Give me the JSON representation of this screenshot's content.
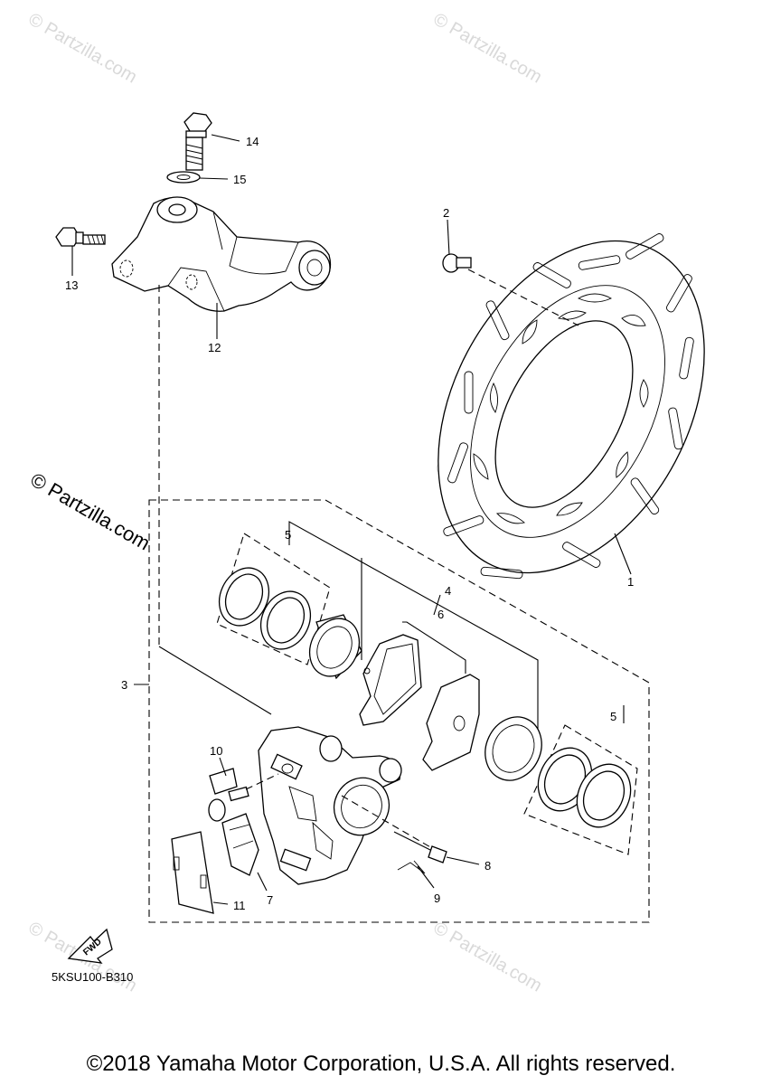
{
  "watermark": "© Partzilla.com",
  "callouts": {
    "c1": "1",
    "c2": "2",
    "c3": "3",
    "c4": "4",
    "c5a": "5",
    "c5b": "5",
    "c6": "6",
    "c7": "7",
    "c8": "8",
    "c9": "9",
    "c10": "10",
    "c11": "11",
    "c12": "12",
    "c13": "13",
    "c14": "14",
    "c15": "15"
  },
  "fwd_label": "FWD",
  "diagram_code": "5KSU100-B310",
  "copyright": "©2018 Yamaha Motor Corporation, U.S.A. All rights reserved."
}
